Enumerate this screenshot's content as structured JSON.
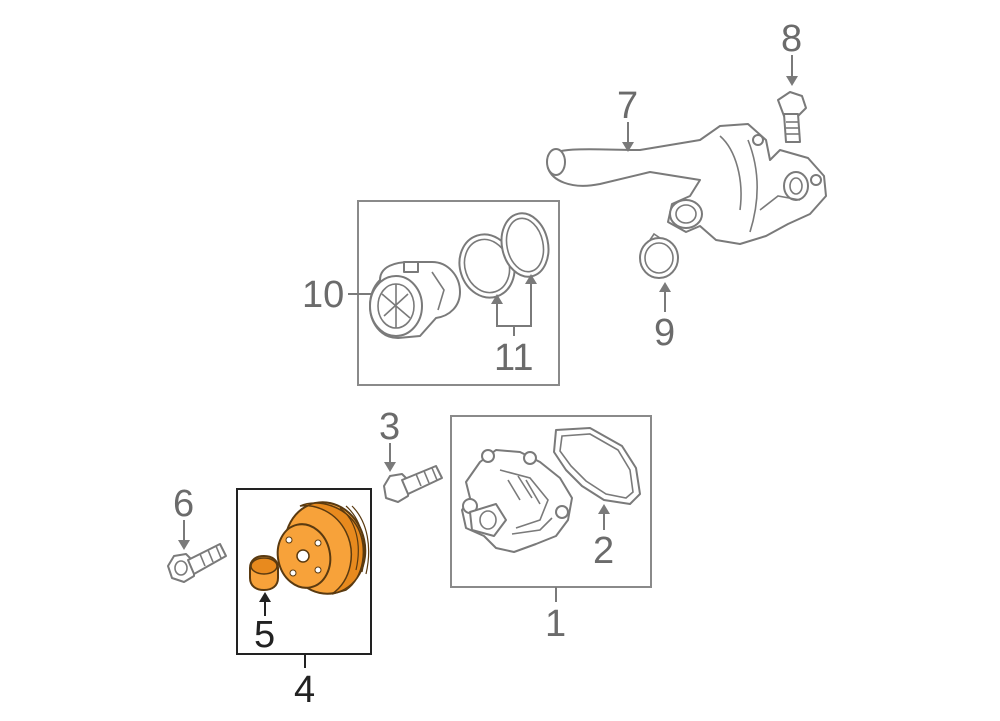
{
  "callouts": {
    "c1": "1",
    "c2": "2",
    "c3": "3",
    "c4": "4",
    "c5": "5",
    "c6": "6",
    "c7": "7",
    "c8": "8",
    "c9": "9",
    "c10": "10",
    "c11": "11"
  },
  "colors": {
    "highlight": "#f7a23a",
    "highlight_dark": "#e88a1e",
    "line": "#7a7a7a",
    "callout": "#6b6b6b",
    "callout_highlight": "#222222"
  }
}
